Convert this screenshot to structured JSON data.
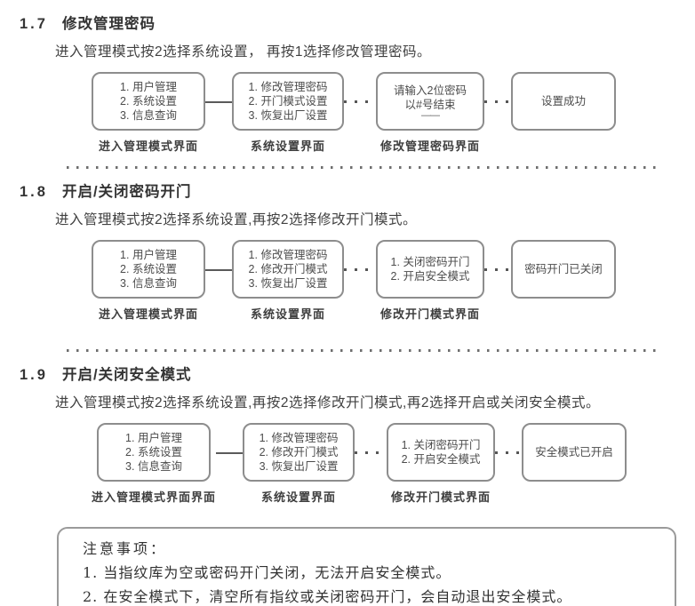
{
  "colors": {
    "text": "#3d3d3d",
    "box_border": "#8d8d8d",
    "note_border": "#9a9a9a"
  },
  "sections": [
    {
      "number": "1.7",
      "title": "修改管理密码",
      "body": "进入管理模式按2选择系统设置， 再按1选择修改管理密码。",
      "flow": {
        "boxes": [
          {
            "lines": [
              "1. 用户管理",
              "2. 系统设置",
              "3. 信息查询"
            ],
            "caption": "进入管理模式界面"
          },
          {
            "lines": [
              "1. 修改管理密码",
              "2. 开门模式设置",
              "3. 恢复出厂设置"
            ],
            "caption": "系统设置界面"
          },
          {
            "lines": [
              "请输入2位密码",
              "以#号结束",
              "——"
            ],
            "caption": "修改管理密码界面"
          },
          {
            "lines": [
              "设置成功"
            ],
            "caption": ""
          }
        ]
      }
    },
    {
      "number": "1.8",
      "title": "开启/关闭密码开门",
      "body": "进入管理模式按2选择系统设置,再按2选择修改开门模式。",
      "flow": {
        "boxes": [
          {
            "lines": [
              "1. 用户管理",
              "2. 系统设置",
              "3. 信息查询"
            ],
            "caption": "进入管理模式界面"
          },
          {
            "lines": [
              "1. 修改管理密码",
              "2. 修改开门模式",
              "3. 恢复出厂设置"
            ],
            "caption": "系统设置界面"
          },
          {
            "lines": [
              "1. 关闭密码开门",
              "2. 开启安全模式"
            ],
            "caption": "修改开门模式界面"
          },
          {
            "lines": [
              "密码开门已关闭"
            ],
            "caption": ""
          }
        ]
      }
    },
    {
      "number": "1.9",
      "title": "开启/关闭安全模式",
      "body": "进入管理模式按2选择系统设置,再按2选择修改开门模式,再2选择开启或关闭安全模式。",
      "flow": {
        "boxes": [
          {
            "lines": [
              "1. 用户管理",
              "2. 系统设置",
              "3. 信息查询"
            ],
            "caption": "进入管理模式界面界面"
          },
          {
            "lines": [
              "1. 修改管理密码",
              "2. 修改开门模式",
              "3. 恢复出厂设置"
            ],
            "caption": "系统设置界面"
          },
          {
            "lines": [
              "1. 关闭密码开门",
              "2. 开启安全模式"
            ],
            "caption": "修改开门模式界面"
          },
          {
            "lines": [
              "安全模式已开启"
            ],
            "caption": ""
          }
        ]
      }
    }
  ],
  "note": {
    "title": "注意事项：",
    "items": [
      "1. 当指纹库为空或密码开门关闭，无法开启安全模式。",
      "2. 在安全模式下，清空所有指纹或关闭密码开门，会自动退出安全模式。"
    ]
  }
}
